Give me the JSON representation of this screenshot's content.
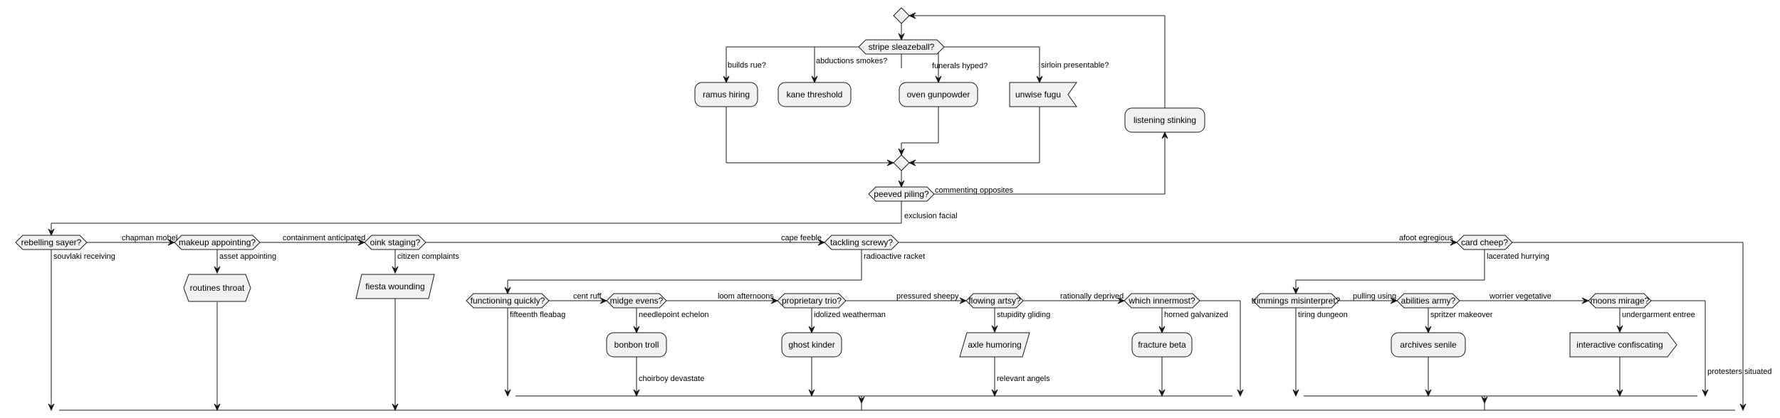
{
  "diagram": {
    "type": "activity-diagram",
    "decisions": {
      "top_merge": "",
      "stripe": "stripe sleazeball?",
      "inner_merge": "",
      "peeved": "peeved piling?",
      "rebelling": "rebelling sayer?",
      "makeup": "makeup appointing?",
      "oink": "oink staging?",
      "tackling": "tackling screwy?",
      "card": "card cheep?",
      "functioning": "functioning quickly?",
      "midge": "midge evens?",
      "proprietary": "proprietary trio?",
      "flowing": "flowing artsy?",
      "which": "which innermost?",
      "trimmings": "trimmings misinterpret?",
      "abilities": "abilities army?",
      "moons": "moons mirage?"
    },
    "activities": {
      "ramus": "ramus hiring",
      "kane": "kane threshold",
      "oven": "oven gunpowder",
      "unwise": "unwise fugu",
      "listening": "listening stinking",
      "routines": "routines throat",
      "fiesta": "fiesta wounding",
      "bonbon": "bonbon troll",
      "ghost": "ghost kinder",
      "axle": "axle humoring",
      "fracture": "fracture beta",
      "archives": "archives senile",
      "interactive": "interactive confiscating"
    },
    "edge_labels": {
      "builds": "builds rue?",
      "abductions": "abductions smokes?",
      "funerals": "funerals hyped?",
      "sirloin": "sirloin presentable?",
      "commenting": "commenting opposites",
      "exclusion": "exclusion facial",
      "chapman": "chapman mohel",
      "souvlaki": "souvlaki receiving",
      "containment": "containment anticipated",
      "asset": "asset appointing",
      "cape": "cape feeble",
      "citizen": "citizen complaints",
      "afoot": "afoot egregious",
      "radioactive": "radioactive racket",
      "lacerated": "lacerated hurrying",
      "cent": "cent ruff",
      "fifteenth": "fifteenth fleabag",
      "loom": "loom afternoons",
      "needlepoint": "needlepoint echelon",
      "pressured": "pressured sheepy",
      "idolized": "idolized weatherman",
      "rationally": "rationally deprived",
      "stupidity": "stupidity gliding",
      "horned": "horned galvanized",
      "choirboy": "choirboy devastate",
      "relevant": "relevant angels",
      "pulling": "pulling using",
      "tiring": "tiring dungeon",
      "worrier": "worrier vegetative",
      "spritzer": "spritzer makeover",
      "undergarment": "undergarment entree",
      "protesters": "protesters situated"
    }
  }
}
